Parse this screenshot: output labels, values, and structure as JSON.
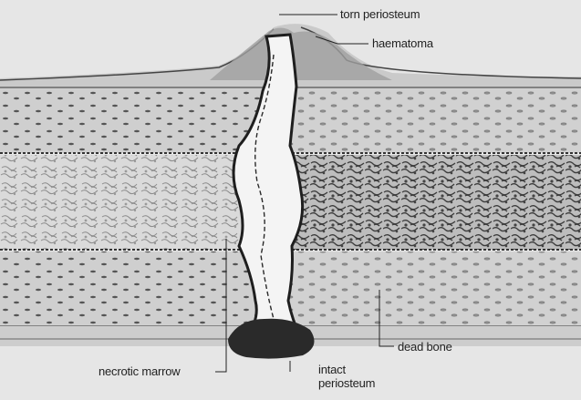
{
  "labels": {
    "torn_periosteum": "torn periosteum",
    "haematoma": "haematoma",
    "dead_bone": "dead bone",
    "necrotic_marrow": "necrotic marrow",
    "intact_periosteum_line1": "intact",
    "intact_periosteum_line2": "periosteum"
  },
  "colors": {
    "background": "#e6e6e6",
    "cortex": "#d0d0d0",
    "marrow": "#d9d9d9",
    "ink": "#222222"
  }
}
